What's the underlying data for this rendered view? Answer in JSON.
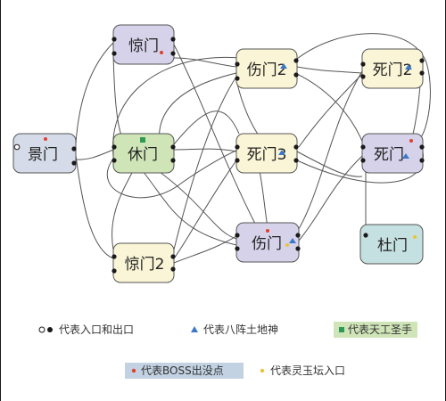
{
  "colors": {
    "lilac": "#d6d2ea",
    "cream": "#faf5d6",
    "green": "#cfe5b8",
    "grayblue": "#d5dbe8",
    "teal": "#c5e0e0",
    "connector": "#1a1a1a",
    "line": "#555555",
    "triangle": "#3a78c8",
    "square": "#2e9a55",
    "boss": "#e0402e",
    "jade": "#e8c43a",
    "legend_highlight_blue": "#c2d2e2",
    "legend_highlight_green": "#cfe5b8"
  },
  "nodes": [
    {
      "id": "jingmen",
      "label": "惊门"
    },
    {
      "id": "shangmen2",
      "label": "伤门2"
    },
    {
      "id": "simen2",
      "label": "死门2"
    },
    {
      "id": "jingmen_scene",
      "label": "景门"
    },
    {
      "id": "xiumen",
      "label": "休门"
    },
    {
      "id": "simen3",
      "label": "死门3"
    },
    {
      "id": "simen",
      "label": "死门"
    },
    {
      "id": "jingmen2",
      "label": "惊门2"
    },
    {
      "id": "shangmen",
      "label": "伤门"
    },
    {
      "id": "dumen",
      "label": "杜门"
    }
  ],
  "legend": {
    "entrance_exit": "代表入口和出口",
    "tudishen": "代表八阵土地神",
    "tiangong": "代表天工圣手",
    "boss": "代表BOSS出没点",
    "jade_altar": "代表灵玉坛入口"
  }
}
